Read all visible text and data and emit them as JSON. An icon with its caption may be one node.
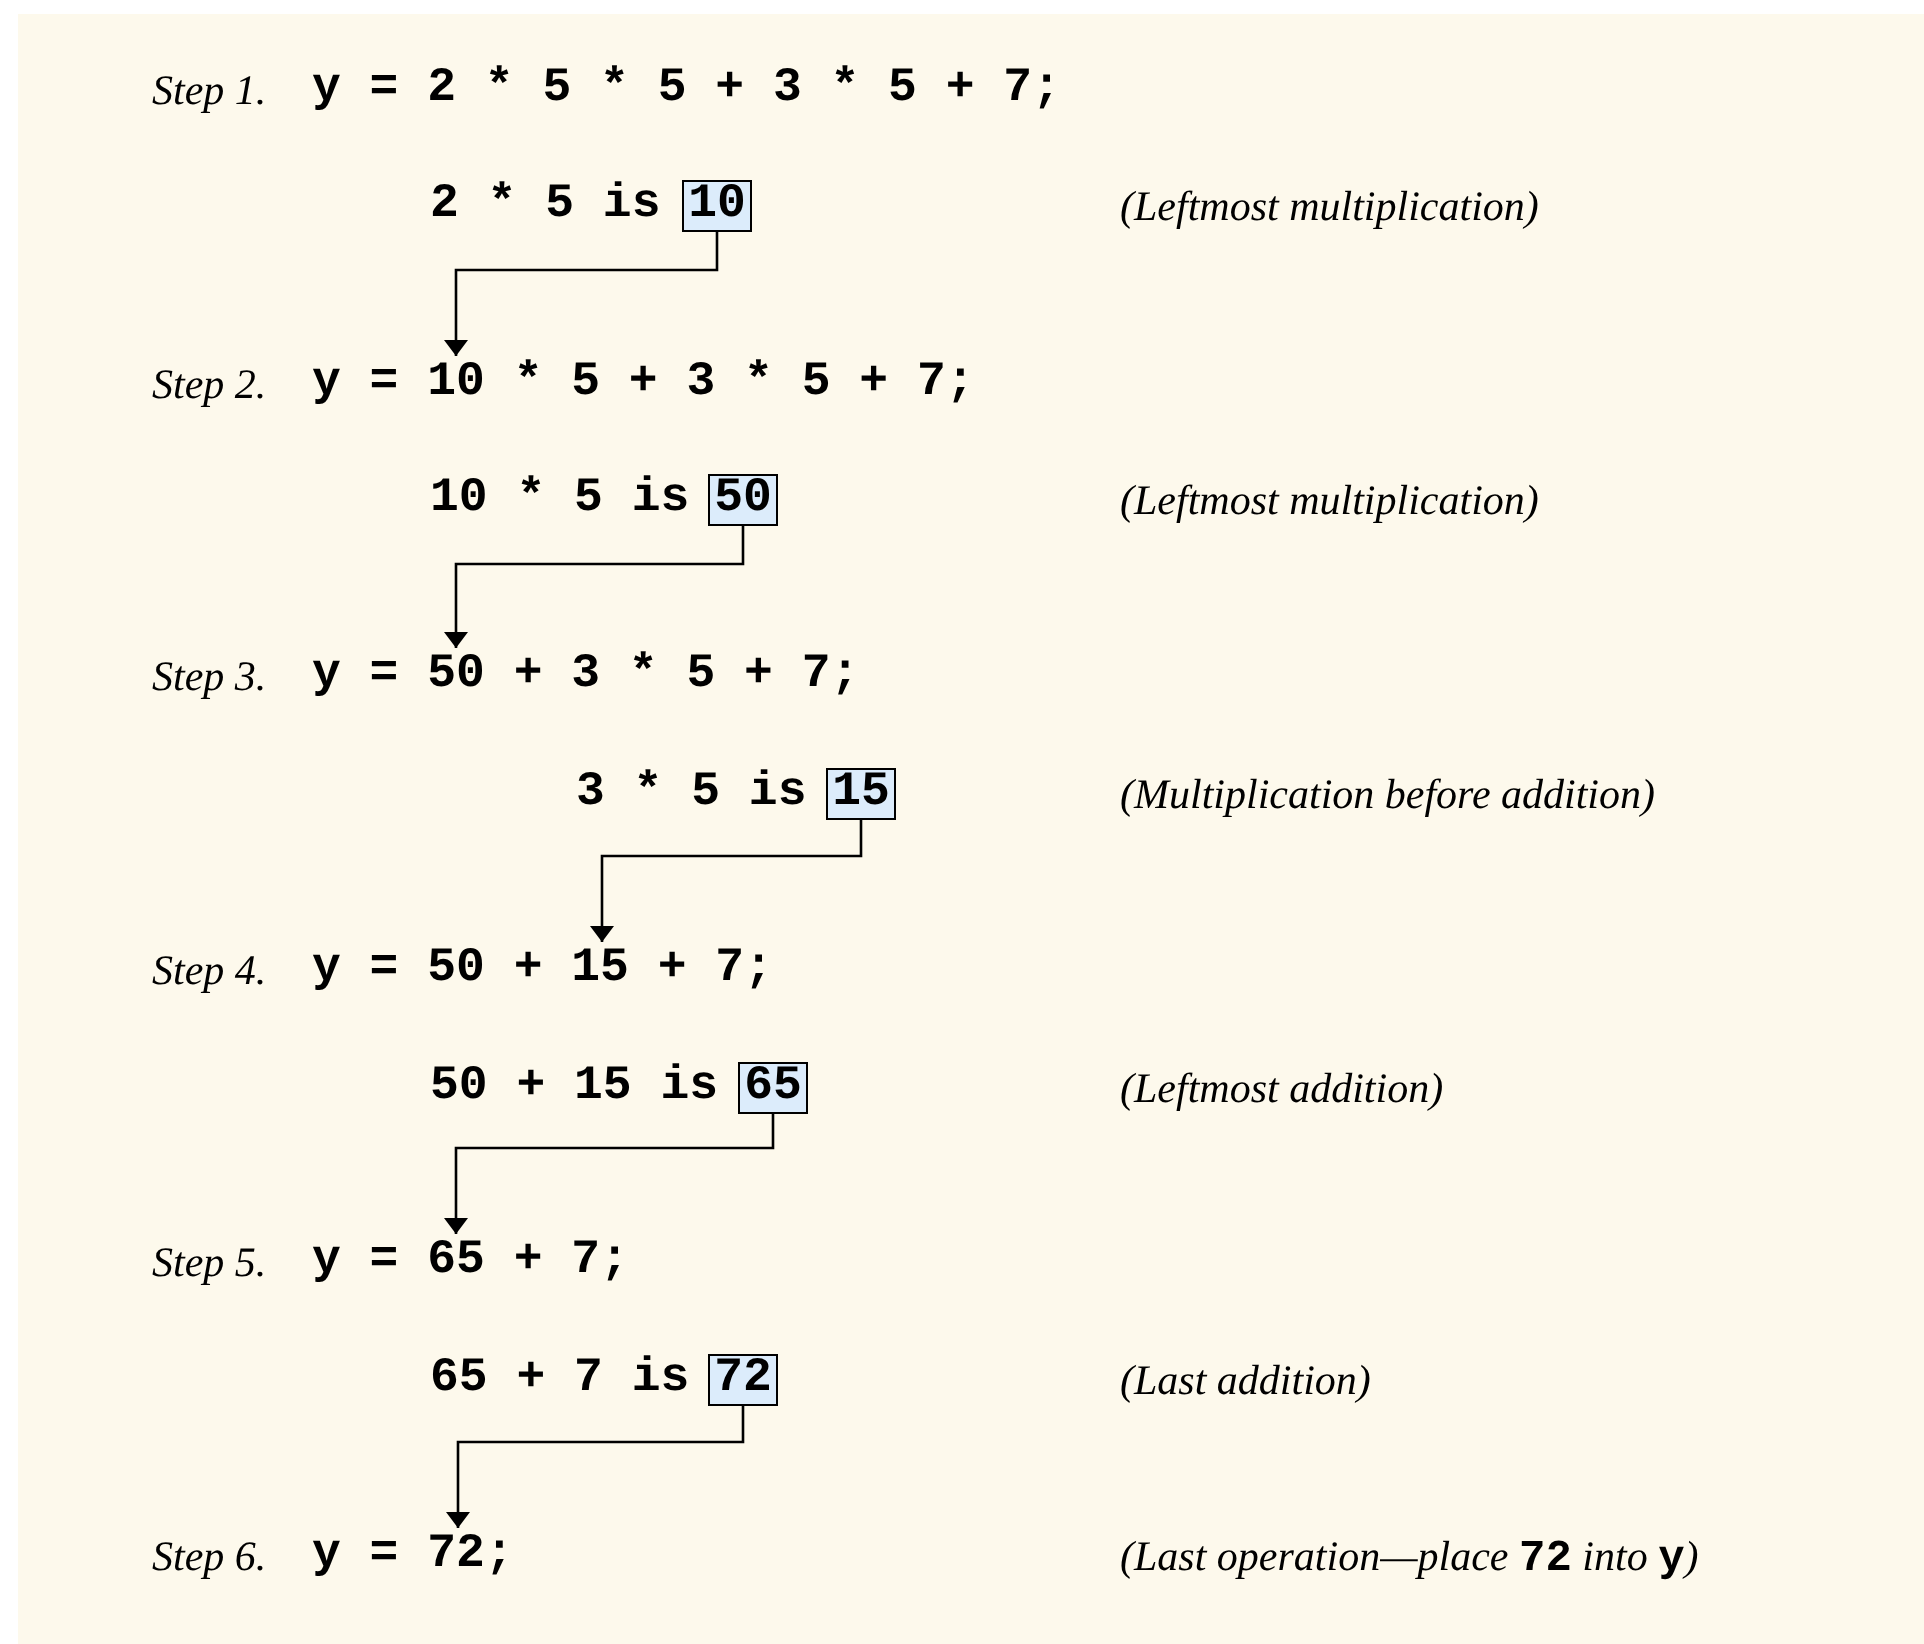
{
  "diagram": {
    "nodes": [
      {
        "text": [
          "y = 2 * 5 * 5 + 3 * 5 + 7;"
        ]
      },
      {
        "text": [
          "10"
        ]
      },
      {
        "text": [
          "y = 10 * 5 + 3 * 5 + 7;"
        ]
      },
      {
        "text": [
          "50"
        ]
      },
      {
        "text": [
          "y = 50 + 3 * 5 + 7;"
        ]
      },
      {
        "text": [
          "15"
        ]
      },
      {
        "text": [
          "y = 50 + 15 + 7;"
        ]
      },
      {
        "text": [
          "65"
        ]
      },
      {
        "text": [
          "y = 65 + 7;"
        ]
      },
      {
        "text": [
          "72"
        ]
      },
      {
        "text": [
          "y = 72;"
        ]
      }
    ],
    "edges": [
      {
        "from": 1,
        "to": 2,
        "arrow": "to"
      },
      {
        "from": 3,
        "to": 4,
        "arrow": "to"
      },
      {
        "from": 5,
        "to": 6,
        "arrow": "to"
      },
      {
        "from": 7,
        "to": 8,
        "arrow": "to"
      },
      {
        "from": 9,
        "to": 10,
        "arrow": "to"
      }
    ],
    "labels": [
      "Step 1.",
      "2 * 5 is",
      "(Leftmost multiplication)",
      "Step 2.",
      "10 * 5 is",
      "(Leftmost multiplication)",
      "Step 3.",
      "3 * 5 is",
      "(Multiplication before addition)",
      "Step 4.",
      "50 + 15 is",
      "(Leftmost addition)",
      "Step 5.",
      "65 + 7 is",
      "(Last addition)",
      "Step 6.",
      "(Last operation—place **72** into **y**)"
    ]
  }
}
